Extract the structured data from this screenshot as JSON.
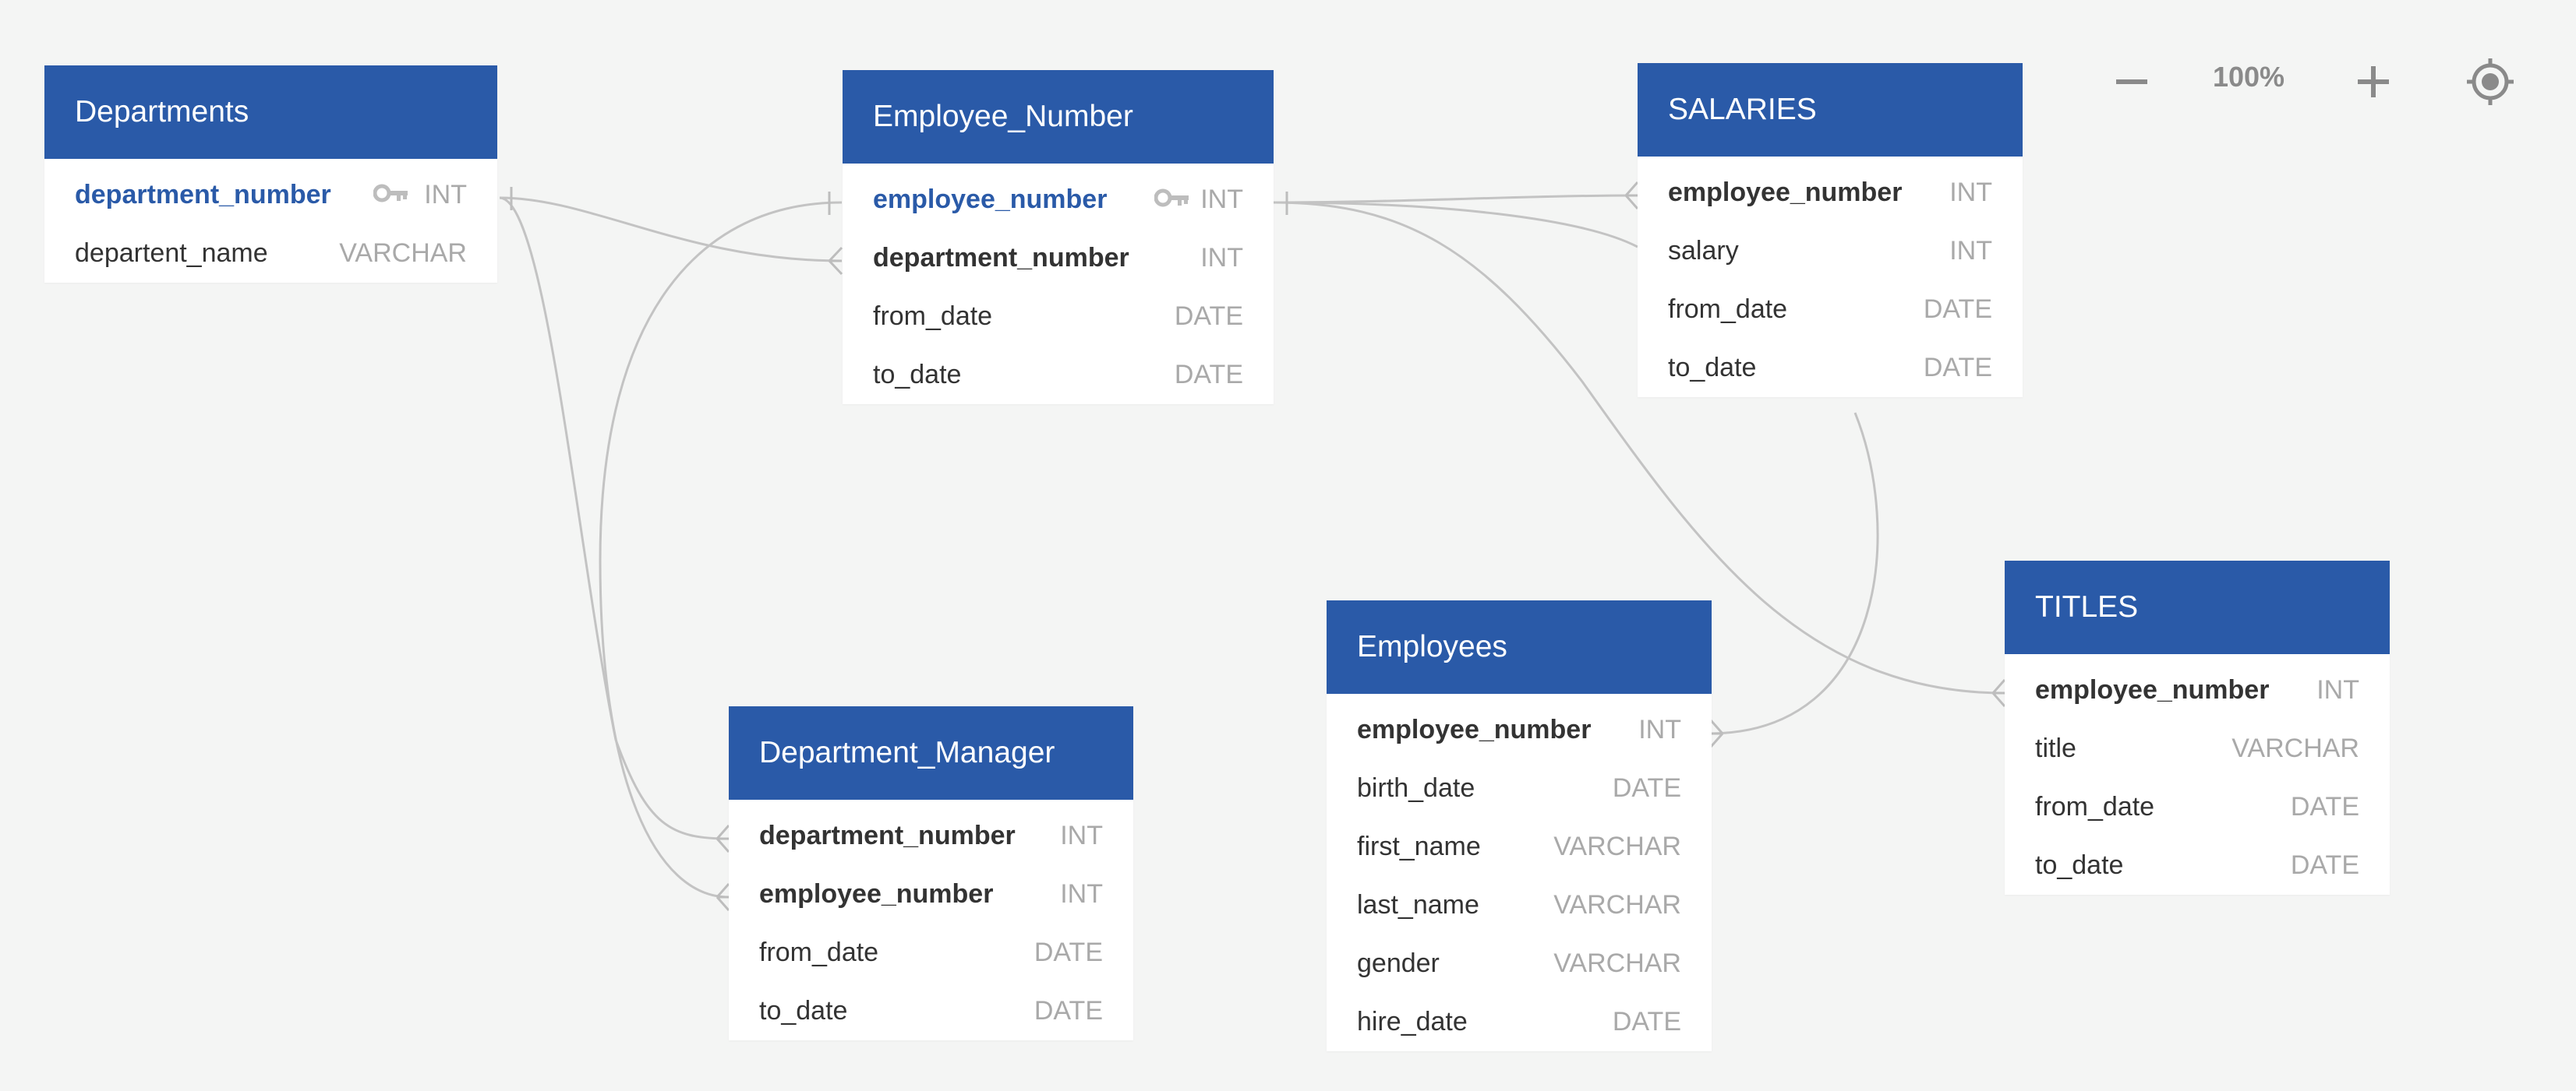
{
  "toolbar": {
    "zoom_level": "100%",
    "zoom_out_icon": "minus-icon",
    "zoom_in_icon": "plus-icon",
    "recenter_icon": "crosshair-icon"
  },
  "colors": {
    "header": "#2a5aa8",
    "primary_key_text": "#2a5aa8",
    "type_text": "#a9a9a9",
    "relation_line": "#c3c3c3",
    "background": "#f4f5f4"
  },
  "entities": [
    {
      "id": "departments",
      "title": "Departments",
      "fields": [
        {
          "name": "department_number",
          "type": "INT",
          "role": "pk"
        },
        {
          "name": "departent_name",
          "type": "VARCHAR",
          "role": "plain"
        }
      ]
    },
    {
      "id": "employee-number",
      "title": "Employee_Number",
      "fields": [
        {
          "name": "employee_number",
          "type": "INT",
          "role": "pk"
        },
        {
          "name": "department_number",
          "type": "INT",
          "role": "fk"
        },
        {
          "name": "from_date",
          "type": "DATE",
          "role": "plain"
        },
        {
          "name": "to_date",
          "type": "DATE",
          "role": "plain"
        }
      ]
    },
    {
      "id": "salaries",
      "title": "SALARIES",
      "fields": [
        {
          "name": "employee_number",
          "type": "INT",
          "role": "fk"
        },
        {
          "name": "salary",
          "type": "INT",
          "role": "plain"
        },
        {
          "name": "from_date",
          "type": "DATE",
          "role": "plain"
        },
        {
          "name": "to_date",
          "type": "DATE",
          "role": "plain"
        }
      ]
    },
    {
      "id": "titles",
      "title": "TITLES",
      "fields": [
        {
          "name": "employee_number",
          "type": "INT",
          "role": "fk"
        },
        {
          "name": "title",
          "type": "VARCHAR",
          "role": "plain"
        },
        {
          "name": "from_date",
          "type": "DATE",
          "role": "plain"
        },
        {
          "name": "to_date",
          "type": "DATE",
          "role": "plain"
        }
      ]
    },
    {
      "id": "employees",
      "title": "Employees",
      "fields": [
        {
          "name": "employee_number",
          "type": "INT",
          "role": "fk"
        },
        {
          "name": "birth_date",
          "type": "DATE",
          "role": "plain"
        },
        {
          "name": "first_name",
          "type": "VARCHAR",
          "role": "plain"
        },
        {
          "name": "last_name",
          "type": "VARCHAR",
          "role": "plain"
        },
        {
          "name": "gender",
          "type": "VARCHAR",
          "role": "plain"
        },
        {
          "name": "hire_date",
          "type": "DATE",
          "role": "plain"
        }
      ]
    },
    {
      "id": "department-manager",
      "title": "Department_Manager",
      "fields": [
        {
          "name": "department_number",
          "type": "INT",
          "role": "fk"
        },
        {
          "name": "employee_number",
          "type": "INT",
          "role": "fk"
        },
        {
          "name": "from_date",
          "type": "DATE",
          "role": "plain"
        },
        {
          "name": "to_date",
          "type": "DATE",
          "role": "plain"
        }
      ]
    }
  ],
  "relationships": [
    {
      "from": "Departments.department_number",
      "to": "Employee_Number.department_number",
      "cardinality": "one-to-many"
    },
    {
      "from": "Departments.department_number",
      "to": "Department_Manager.department_number",
      "cardinality": "one-to-many"
    },
    {
      "from": "Employee_Number.employee_number",
      "to": "Department_Manager.employee_number",
      "cardinality": "one-to-many"
    },
    {
      "from": "Employee_Number.employee_number",
      "to": "SALARIES.employee_number",
      "cardinality": "one-to-many"
    },
    {
      "from": "Employee_Number.employee_number",
      "to": "SALARIES.salary",
      "cardinality": "line"
    },
    {
      "from": "Employee_Number.employee_number",
      "to": "TITLES.employee_number",
      "cardinality": "one-to-many"
    },
    {
      "from": "SALARIES",
      "to": "Employees.employee_number",
      "cardinality": "one-to-many"
    }
  ]
}
